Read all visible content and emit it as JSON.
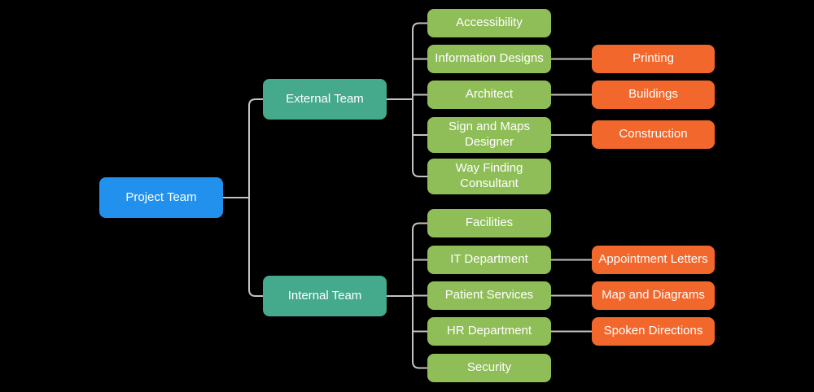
{
  "palette": {
    "background": "#000000",
    "connector": "#c3c3c3",
    "root_node": "#2191ed",
    "team_node": "#45aa8c",
    "department_node": "#8fbe58",
    "leaf_node": "#f2672c",
    "node_text": "#ffffff"
  },
  "diagram": {
    "type": "tree",
    "root": {
      "label": "Project Team",
      "color": "#2191ed",
      "children": [
        {
          "label": "External Team",
          "color": "#45aa8c",
          "children": [
            {
              "label": "Accessibility",
              "color": "#8fbe58",
              "children": []
            },
            {
              "label": "Information Designs",
              "color": "#8fbe58",
              "children": [
                {
                  "label": "Printing",
                  "color": "#f2672c",
                  "children": []
                }
              ]
            },
            {
              "label": "Architect",
              "color": "#8fbe58",
              "children": [
                {
                  "label": "Buildings",
                  "color": "#f2672c",
                  "children": []
                }
              ]
            },
            {
              "label": "Sign and Maps Designer",
              "color": "#8fbe58",
              "children": [
                {
                  "label": "Construction",
                  "color": "#f2672c",
                  "children": []
                }
              ]
            },
            {
              "label": "Way Finding Consultant",
              "color": "#8fbe58",
              "children": []
            }
          ]
        },
        {
          "label": "Internal Team",
          "color": "#45aa8c",
          "children": [
            {
              "label": "Facilities",
              "color": "#8fbe58",
              "children": []
            },
            {
              "label": "IT Department",
              "color": "#8fbe58",
              "children": [
                {
                  "label": "Appointment Letters",
                  "color": "#f2672c",
                  "children": []
                }
              ]
            },
            {
              "label": "Patient Services",
              "color": "#8fbe58",
              "children": [
                {
                  "label": "Map and Diagrams",
                  "color": "#f2672c",
                  "children": []
                }
              ]
            },
            {
              "label": "HR Department",
              "color": "#8fbe58",
              "children": [
                {
                  "label": "Spoken Directions",
                  "color": "#f2672c",
                  "children": []
                }
              ]
            },
            {
              "label": "Security",
              "color": "#8fbe58",
              "children": []
            }
          ]
        }
      ]
    }
  }
}
